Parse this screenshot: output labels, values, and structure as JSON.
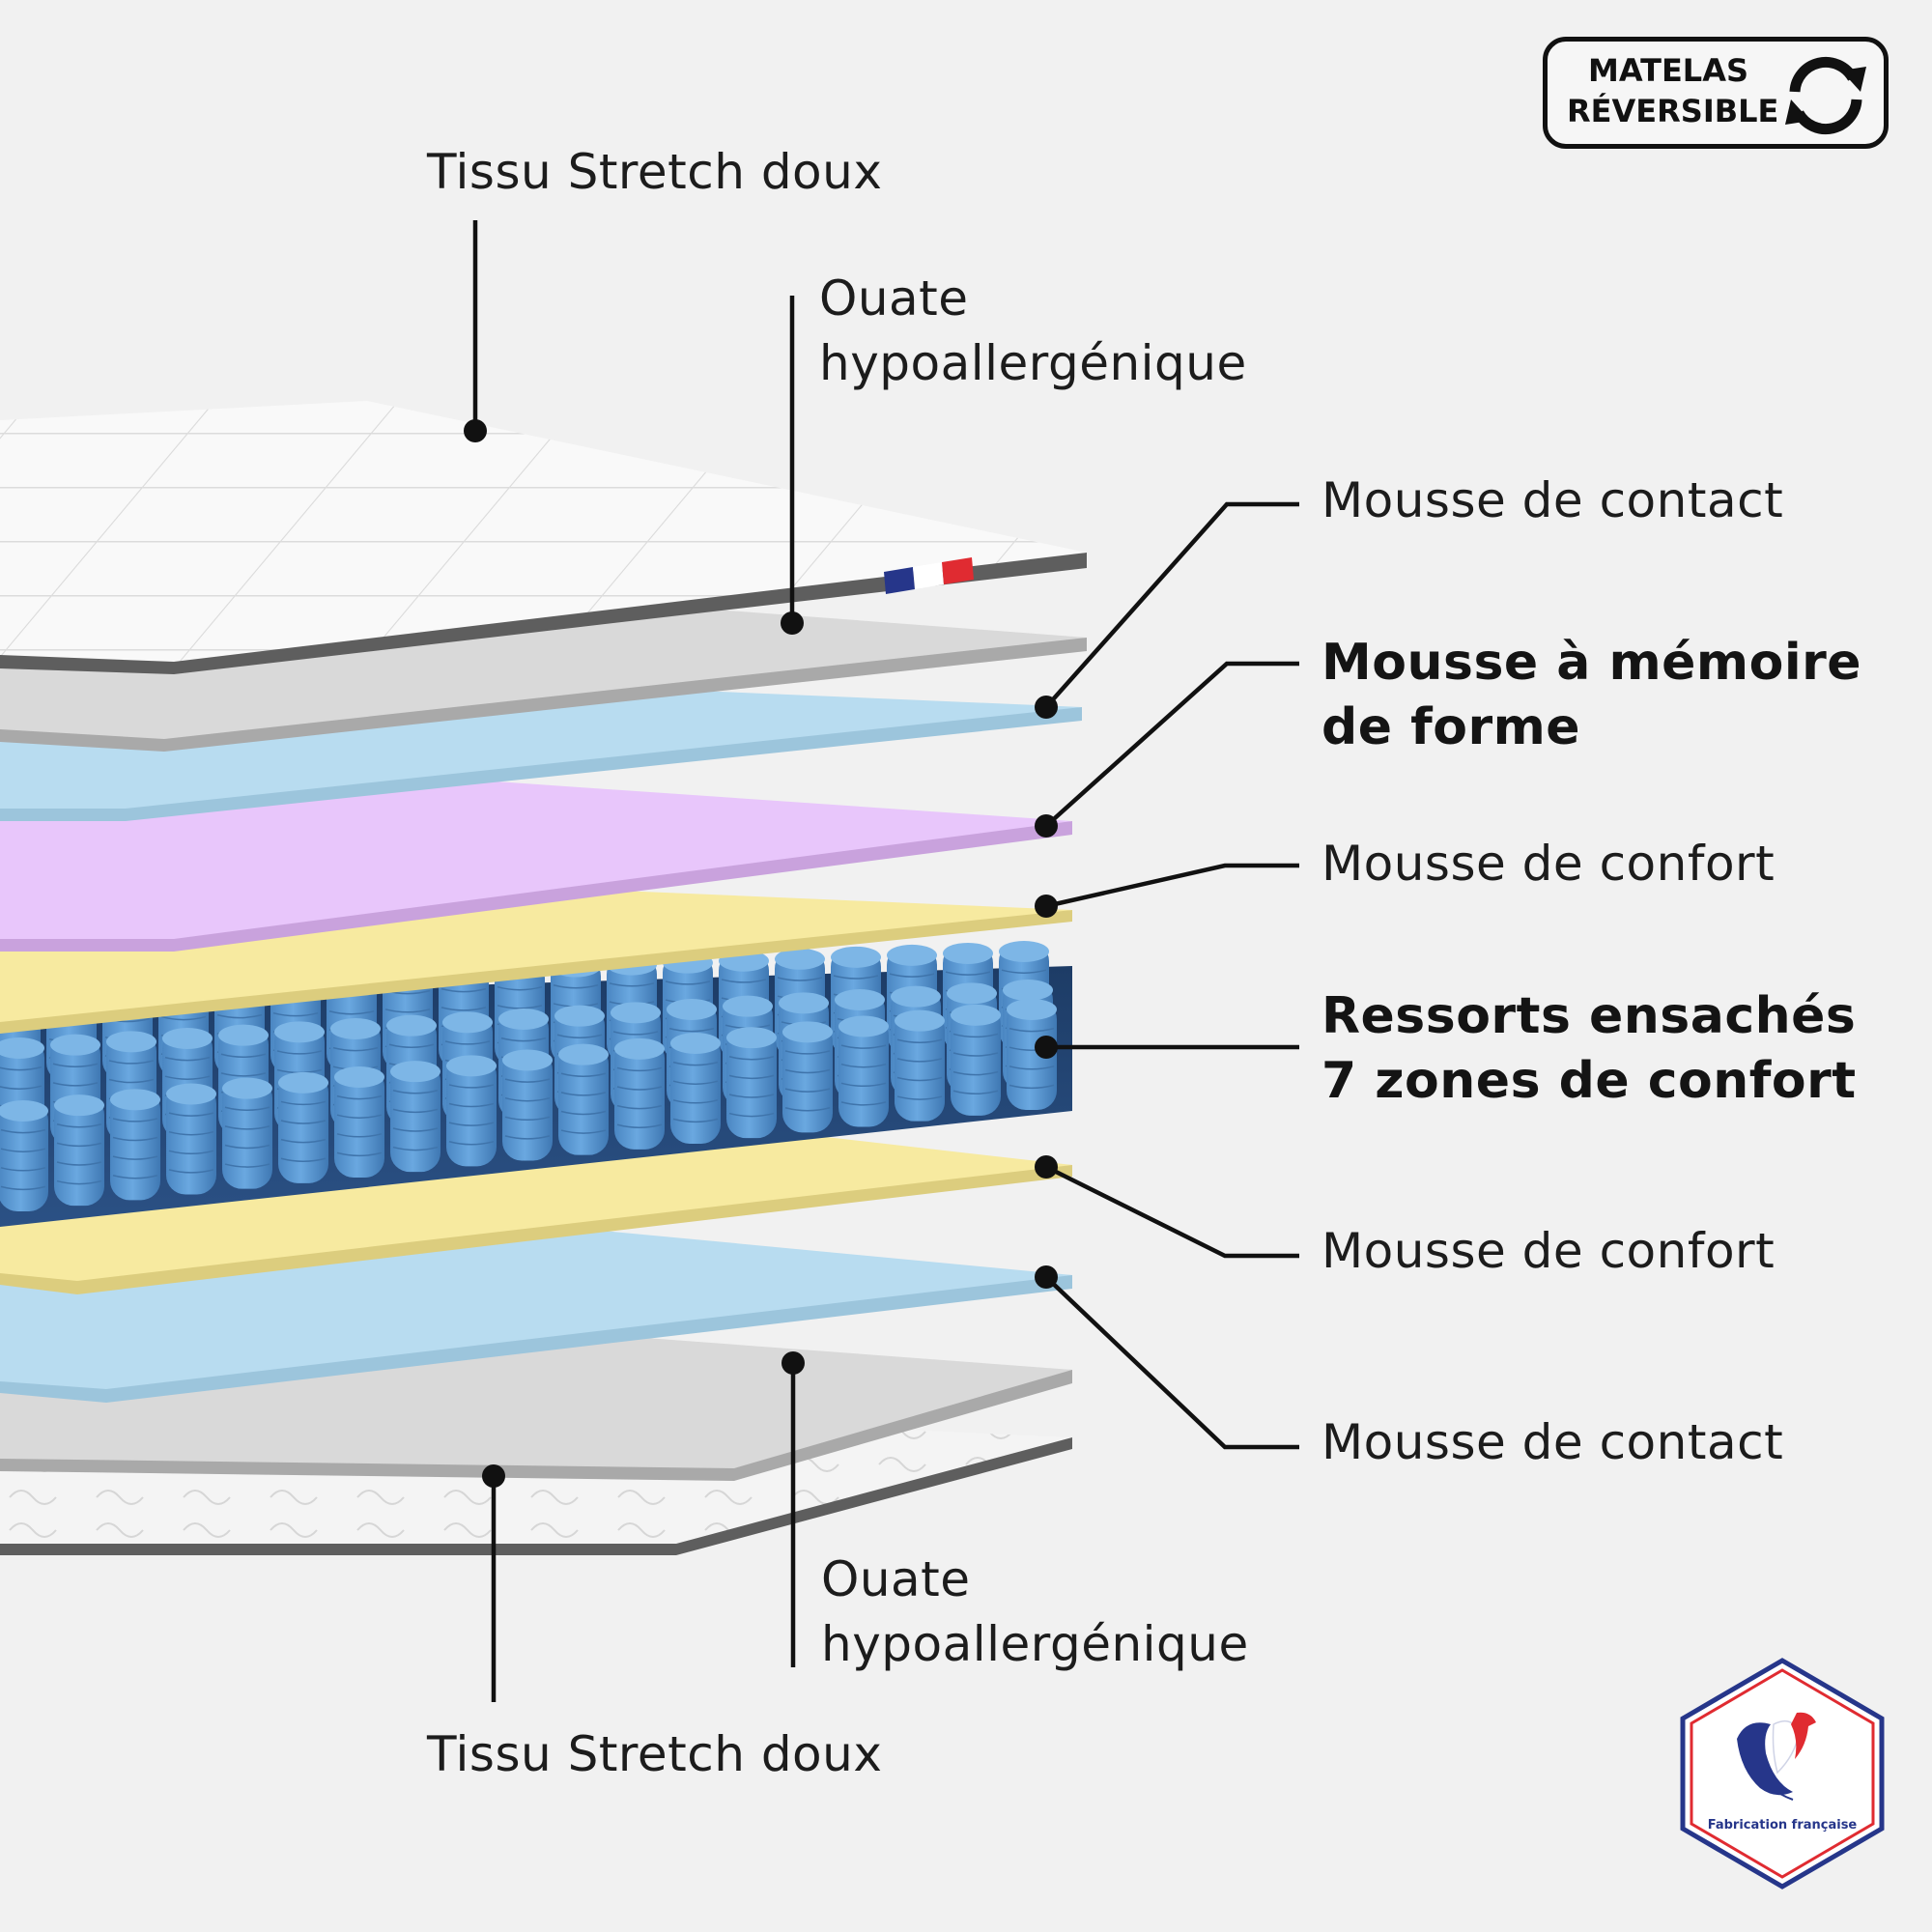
{
  "labels": {
    "top_fabric": "Tissu Stretch doux",
    "top_wadding": [
      "Ouate",
      "hypoallergénique"
    ],
    "contact_top": "Mousse de contact",
    "memory_foam": [
      "Mousse à mémoire",
      "de forme"
    ],
    "comfort_top": "Mousse de confort",
    "springs": [
      "Ressorts ensachés",
      "7 zones de confort"
    ],
    "comfort_bottom": "Mousse de confort",
    "contact_bottom": "Mousse de contact",
    "bottom_wadding": [
      "Ouate",
      "hypoallergénique"
    ],
    "bottom_fabric": "Tissu Stretch doux"
  },
  "badge": {
    "line1": "MATELAS",
    "line2": "RÉVERSIBLE",
    "icon": "reversible-arrows-icon"
  },
  "seal": {
    "text": "Fabrication française",
    "icon": "rooster-icon"
  },
  "colors": {
    "fabric": "#fafafa",
    "wadding": "#d9d9d9",
    "contact_foam": "#b8dcf0",
    "memory_foam": "#e8c6fb",
    "comfort_foam": "#f7eaa0",
    "springs": "#5b9ad2",
    "seal_blue": "#26368a",
    "seal_red": "#e02b31"
  }
}
